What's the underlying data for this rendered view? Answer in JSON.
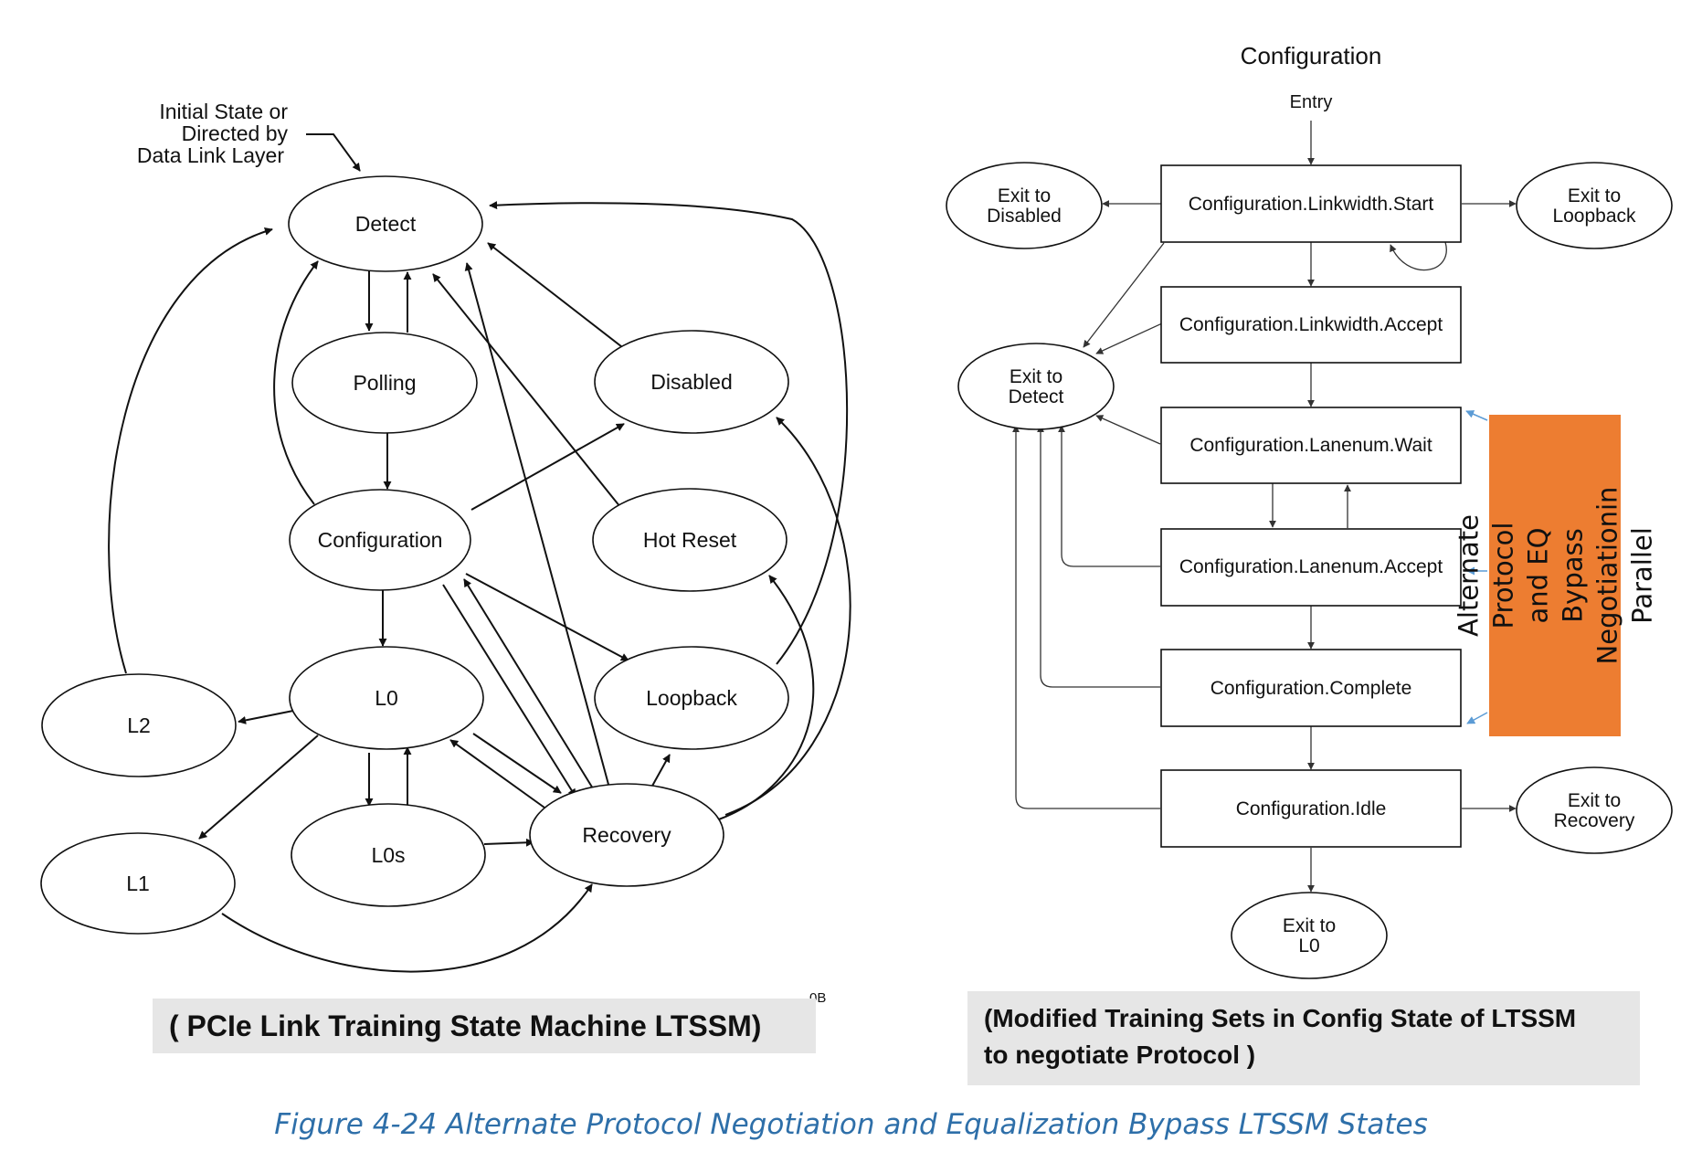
{
  "left_diagram": {
    "initial_note": [
      "Initial State or",
      "Directed by",
      "Data Link Layer"
    ],
    "states": {
      "detect": "Detect",
      "polling": "Polling",
      "configuration": "Configuration",
      "disabled": "Disabled",
      "hot_reset": "Hot Reset",
      "l0": "L0",
      "l2": "L2",
      "l1": "L1",
      "l0s": "L0s",
      "recovery": "Recovery",
      "loopback": "Loopback"
    },
    "fragment": "0B",
    "caption": "( PCIe Link Training State Machine LTSSM)"
  },
  "right_diagram": {
    "title": "Configuration",
    "entry": "Entry",
    "boxes": {
      "linkwidth_start": "Configuration.Linkwidth.Start",
      "linkwidth_accept": "Configuration.Linkwidth.Accept",
      "lanenum_wait": "Configuration.Lanenum.Wait",
      "lanenum_accept": "Configuration.Lanenum.Accept",
      "complete": "Configuration.Complete",
      "idle": "Configuration.Idle"
    },
    "exits": {
      "disabled": [
        "Exit to",
        "Disabled"
      ],
      "loopback": [
        "Exit to",
        "Loopback"
      ],
      "detect": [
        "Exit to",
        "Detect"
      ],
      "recovery": [
        "Exit to",
        "Recovery"
      ],
      "l0": [
        "Exit to",
        "L0"
      ]
    },
    "note": "Alternate Protocol\nand EQ Bypass\nNegotiationin Parallel",
    "caption_line1": "(Modified Training Sets in Config State of LTSSM",
    "caption_line2": "to negotiate Protocol )"
  },
  "figure_caption": "Figure  4-24  Alternate Protocol Negotiation and Equalization Bypass LTSSM States",
  "colors": {
    "note_fill": "#ed7d31",
    "caption_bg": "#e6e6e6",
    "figure_caption": "#2e6fa9",
    "note_arrow": "#5b9bd5"
  }
}
